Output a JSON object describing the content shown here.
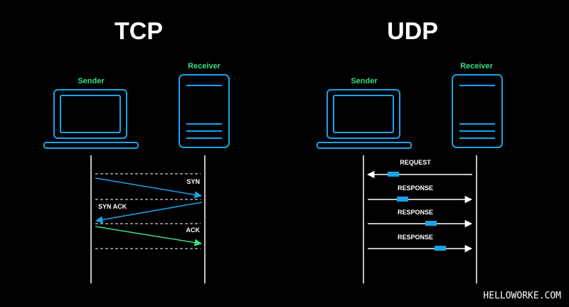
{
  "colors": {
    "background": "#000000",
    "device": "#1aa3e8",
    "role_label": "#3ddc84",
    "line": "#ffffff",
    "syn_arrow": "#1aa3e8",
    "ack_arrow": "#3ddc84",
    "packet": "#1aa3e8"
  },
  "tcp": {
    "title": "TCP",
    "sender_label": "Sender",
    "receiver_label": "Receiver",
    "sender_icon": "laptop-icon",
    "receiver_icon": "server-icon",
    "messages": {
      "syn": "SYN",
      "syn_ack": "SYN ACK",
      "ack": "ACK"
    }
  },
  "udp": {
    "title": "UDP",
    "sender_label": "Sender",
    "receiver_label": "Receiver",
    "sender_icon": "laptop-icon",
    "receiver_icon": "server-icon",
    "messages": {
      "request": "REQUEST",
      "response_1": "RESPONSE",
      "response_2": "RESPONSE",
      "response_3": "RESPONSE"
    }
  },
  "watermark": "HELLOWORKE.COM"
}
